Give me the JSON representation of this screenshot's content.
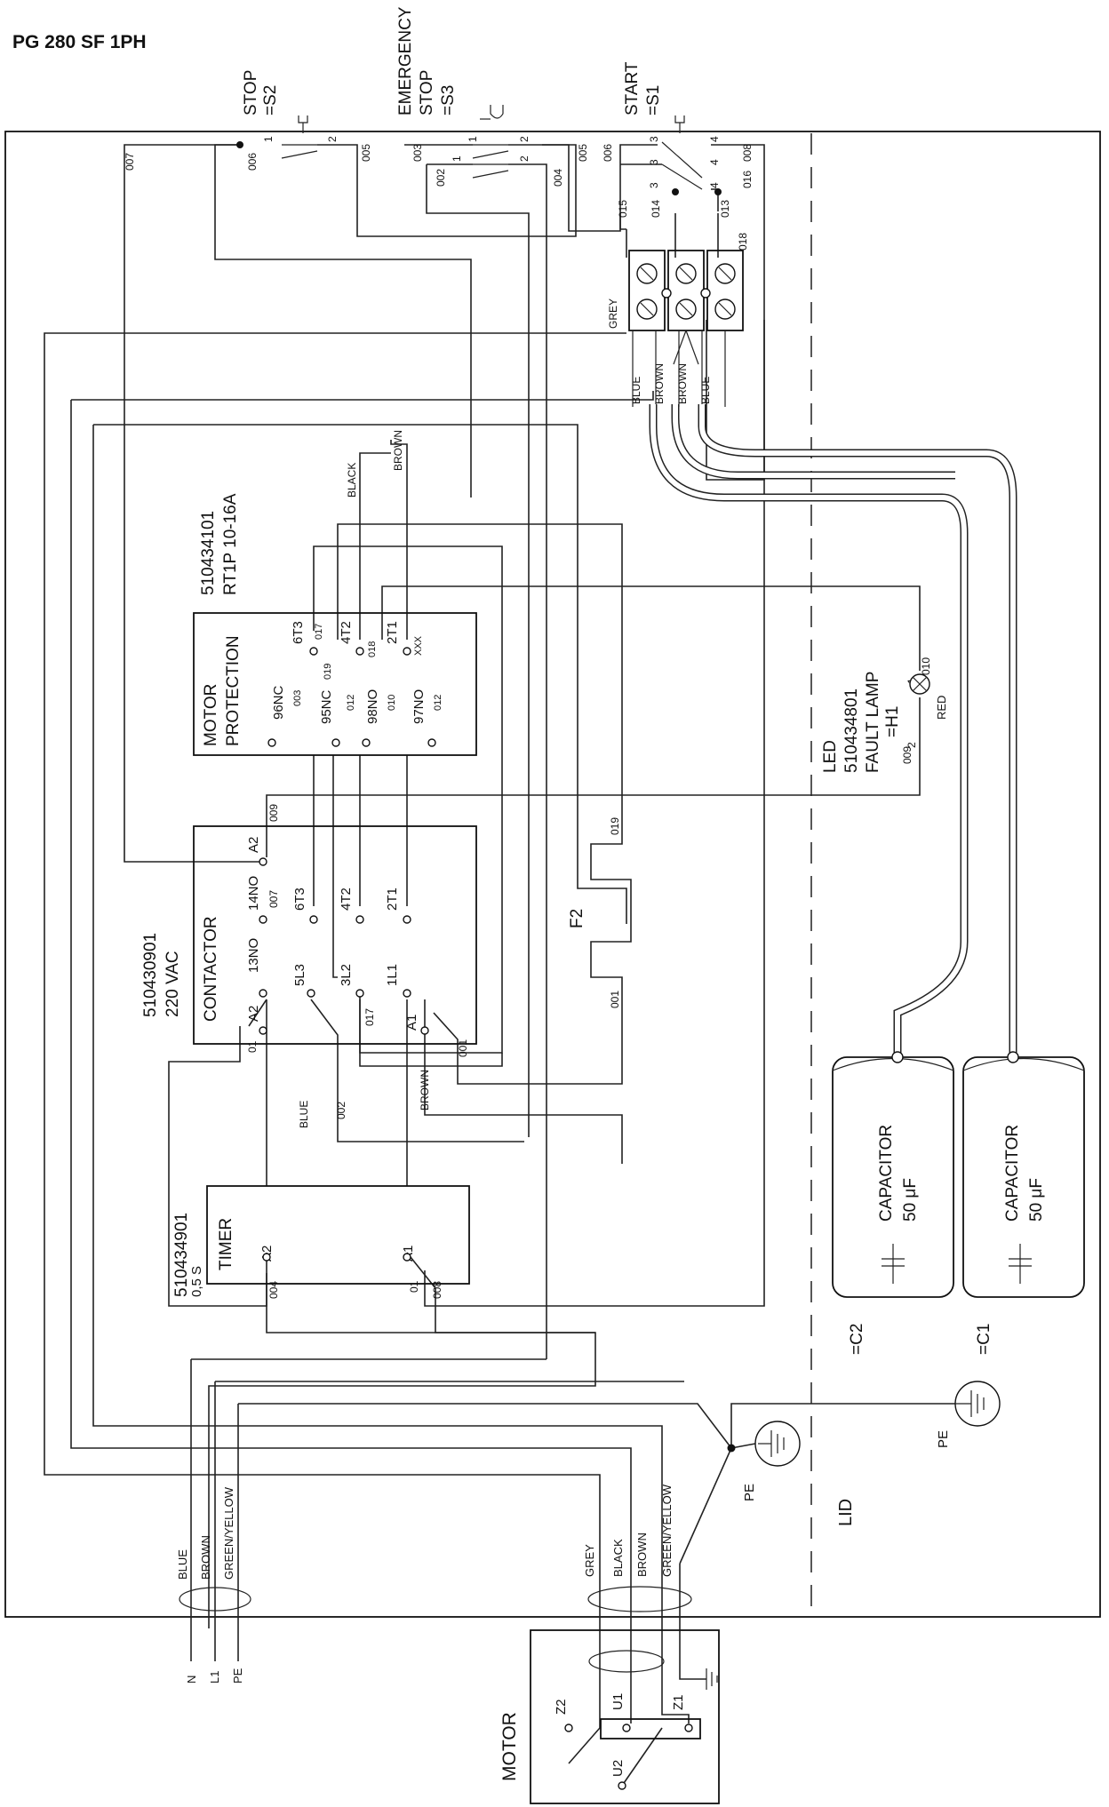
{
  "title": "PG 280 SF 1PH",
  "switches": {
    "stop": {
      "line1": "STOP",
      "line2": "=S2"
    },
    "emergency": {
      "line1": "EMERGENCY",
      "line2": "STOP",
      "line3": "=S3"
    },
    "start": {
      "line1": "START",
      "line2": "=S1"
    }
  },
  "motor_protection": {
    "part": "510434101",
    "model": "RT1P 10-16A",
    "name1": "MOTOR",
    "name2": "PROTECTION",
    "terminals": [
      "96NC",
      "95NC",
      "98NO",
      "97NO",
      "6T3",
      "4T2",
      "2T1"
    ],
    "codes": [
      "003",
      "019",
      "012",
      "010",
      "012",
      "017",
      "018",
      "XXX"
    ]
  },
  "contactor": {
    "part": "510430901",
    "voltage": "220 VAC",
    "name": "CONTACTOR",
    "terminals_top": [
      "A2",
      "14NO",
      "6T3",
      "4T2",
      "2T1"
    ],
    "terminals_bottom": [
      "A2",
      "13NO",
      "5L3",
      "3L2",
      "1L1",
      "A1"
    ]
  },
  "timer": {
    "part": "510434901",
    "delay": "0,5 S",
    "name": "TIMER",
    "terminals": [
      "A2",
      "A1"
    ]
  },
  "fault_lamp": {
    "line1": "LED",
    "line2": "510434801",
    "line3": "FAULT LAMP",
    "line4": "=H1",
    "color": "RED"
  },
  "fuse": {
    "label": "F2"
  },
  "capacitors": [
    {
      "name": "CAPACITOR",
      "value": "50 μF",
      "ref": "=C2"
    },
    {
      "name": "CAPACITOR",
      "value": "50 μF",
      "ref": "=C1"
    }
  ],
  "ground_labels": [
    "PE",
    "PE"
  ],
  "lid_label": "LID",
  "motor": {
    "label": "MOTOR",
    "terminals": [
      "Z2",
      "U1",
      "Z1",
      "U2"
    ]
  },
  "supply": {
    "wires": [
      "BLUE",
      "BROWN",
      "GREEN/YELLOW"
    ],
    "terminals": [
      "N",
      "L1",
      "PE"
    ]
  },
  "motor_cable": {
    "wires": [
      "GREY",
      "BLACK",
      "BROWN",
      "GREEN/YELLOW"
    ]
  },
  "terminal_block_wires": [
    "GREY",
    "BLUE",
    "BROWN",
    "BROWN",
    "BLUE"
  ],
  "wire_colors": [
    "BLACK",
    "BROWN",
    "BLUE",
    "BROWN"
  ],
  "wire_numbers": [
    "007",
    "006",
    "005",
    "003",
    "002",
    "004",
    "005",
    "006",
    "008",
    "016",
    "015",
    "014",
    "013",
    "018",
    "009",
    "019",
    "001",
    "002",
    "017",
    "007",
    "01",
    "001",
    "004",
    "01",
    "008",
    "009",
    "010"
  ],
  "contact_numbers": [
    "1",
    "2",
    "1",
    "2",
    "1",
    "2",
    "3",
    "4",
    "3",
    "4",
    "3",
    "4",
    "2",
    "1"
  ]
}
